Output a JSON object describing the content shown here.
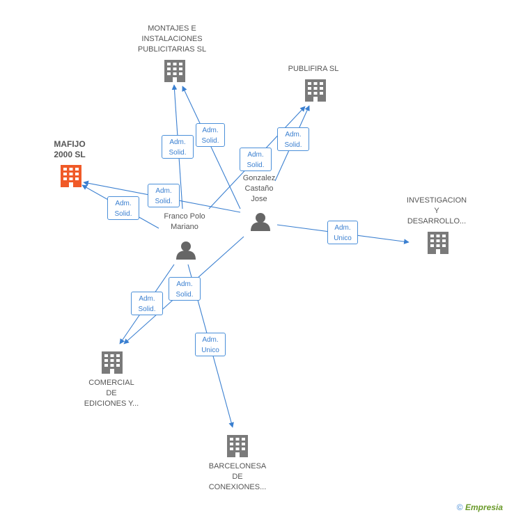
{
  "nodes": {
    "montajes": {
      "label": "MONTAJES E\nINSTALACIONES\nPUBLICITARIAS SL",
      "icon": "building-icon"
    },
    "publifira": {
      "label": "PUBLIFIRA SL",
      "icon": "building-icon"
    },
    "mafijo": {
      "label": "MAFIJO\n2000 SL",
      "icon": "building-icon",
      "color": "#f05a28"
    },
    "investigacion": {
      "label": "INVESTIGACION\nY\nDESARROLLO...",
      "icon": "building-icon"
    },
    "comercial": {
      "label": "COMERCIAL\nDE\nEDICIONES Y...",
      "icon": "building-icon"
    },
    "barcelonesa": {
      "label": "BARCELONESA\nDE\nCONEXIONES...",
      "icon": "building-icon"
    },
    "gonzalez": {
      "label": "Gonzalez\nCastaño\nJose",
      "icon": "person-icon"
    },
    "franco": {
      "label": "Franco Polo\nMariano",
      "icon": "person-icon"
    }
  },
  "edges": {
    "e1": "Adm.\nSolid.",
    "e2": "Adm.\nSolid.",
    "e3": "Adm.\nSolid.",
    "e4": "Adm.\nSolid.",
    "e5": "Adm.\nSolid.",
    "e6": "Adm.\nSolid.",
    "e7": "Adm.\nUnico",
    "e8": "Adm.\nSolid.",
    "e9": "Adm.\nSolid.",
    "e10": "Adm.\nUnico"
  },
  "footer": {
    "copyright": "©",
    "brand": "Empresia"
  },
  "colors": {
    "edge": "#3a7fd0",
    "building": "#7a7a7a",
    "highlight": "#f05a28"
  }
}
